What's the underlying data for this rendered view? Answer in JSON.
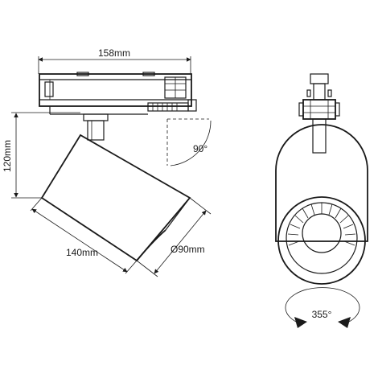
{
  "dimensions": {
    "width": "158mm",
    "height": "120mm",
    "length": "140mm",
    "diameter": "Ø90mm"
  },
  "angles": {
    "tilt": "90°",
    "rotation": "355°"
  }
}
